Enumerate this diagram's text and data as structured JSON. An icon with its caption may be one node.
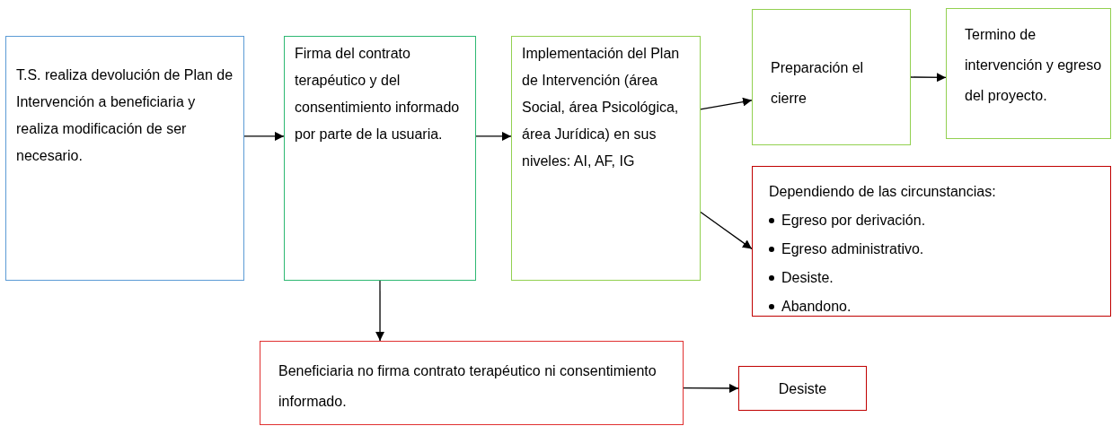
{
  "diagram": {
    "nodes": [
      {
        "text": [
          "T.S. realiza devolución de Plan de Intervención a beneficiaria y realiza modificación de ser necesario."
        ]
      },
      {
        "text": [
          "Firma del contrato terapéutico y del consentimiento informado por parte de la usuaria."
        ]
      },
      {
        "text": [
          "Implementación del Plan de Intervención (área Social, área Psicológica, área Jurídica) en sus niveles: AI, AF, IG"
        ]
      },
      {
        "text": [
          "Preparación el cierre"
        ]
      },
      {
        "text": [
          "Termino de intervención y egreso del proyecto."
        ]
      },
      {
        "text": [
          "Dependiendo de las circunstancias:",
          "Egreso por derivación.",
          "Egreso administrativo.",
          "Desiste.",
          "Abandono."
        ]
      },
      {
        "text": [
          "Beneficiaria no firma contrato terapéutico ni consentimiento informado."
        ]
      },
      {
        "text": [
          "Desiste"
        ]
      }
    ],
    "edges": [
      {
        "from": 0,
        "to": 1,
        "arrow": "to"
      },
      {
        "from": 1,
        "to": 2,
        "arrow": "to"
      },
      {
        "from": 2,
        "to": 3,
        "arrow": "to"
      },
      {
        "from": 2,
        "to": 5,
        "arrow": "to"
      },
      {
        "from": 3,
        "to": 4,
        "arrow": "to"
      },
      {
        "from": 1,
        "to": 6,
        "arrow": "to"
      },
      {
        "from": 6,
        "to": 7,
        "arrow": "to"
      }
    ]
  }
}
